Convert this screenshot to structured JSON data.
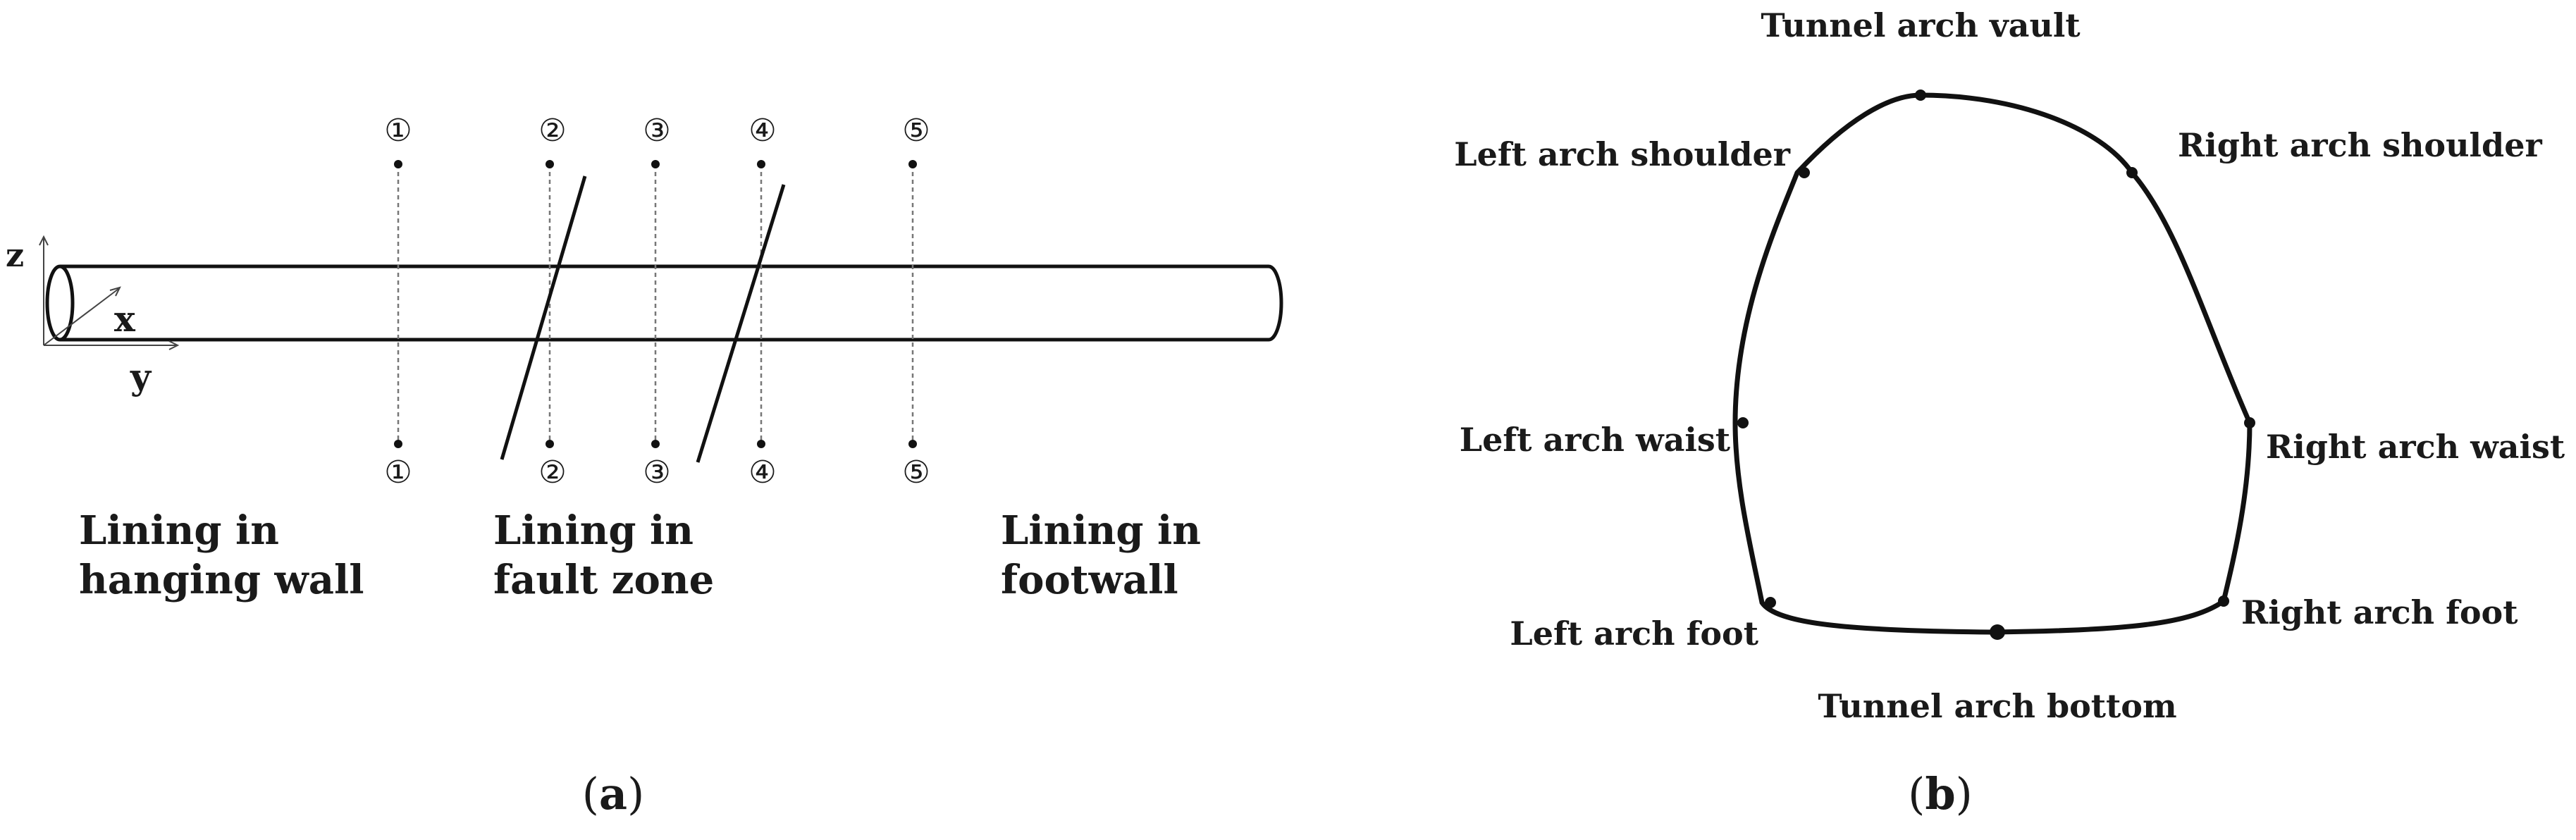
{
  "panel_a": {
    "caption_letter": "a",
    "axes": {
      "z": "z",
      "x": "x",
      "y": "y"
    },
    "sections": [
      {
        "label": "①"
      },
      {
        "label": "②"
      },
      {
        "label": "③"
      },
      {
        "label": "④"
      },
      {
        "label": "⑤"
      }
    ],
    "regions": {
      "hanging_wall": {
        "line1": "Lining in",
        "line2": "hanging wall"
      },
      "fault_zone": {
        "line1": "Lining in",
        "line2": "fault zone"
      },
      "footwall": {
        "line1": "Lining in",
        "line2": "footwall"
      }
    }
  },
  "panel_b": {
    "caption_letter": "b",
    "points": {
      "vault": "Tunnel arch vault",
      "left_shoulder": "Left arch shoulder",
      "right_shoulder": "Right arch shoulder",
      "left_waist": "Left arch waist",
      "right_waist": "Right arch waist",
      "left_foot": "Left arch foot",
      "right_foot": "Right arch foot",
      "bottom": "Tunnel arch bottom"
    }
  }
}
